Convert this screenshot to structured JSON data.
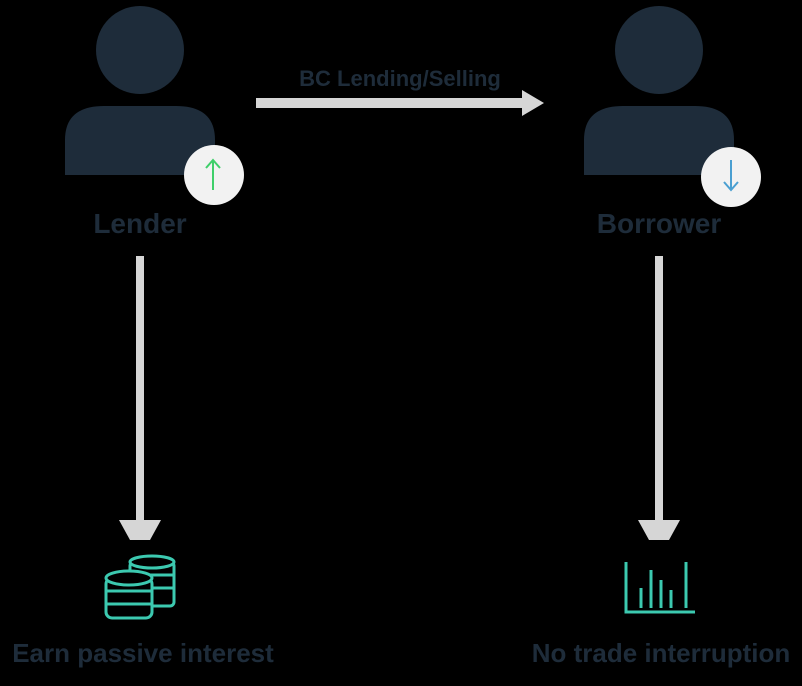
{
  "diagram": {
    "lender_label": "Lender",
    "borrower_label": "Borrower",
    "transfer_label": "BC Lending/Selling",
    "lender_outcome": "Earn passive interest",
    "borrower_outcome": "No trade interruption"
  },
  "colors": {
    "background": "#000000",
    "person": "#1e2c3a",
    "badge": "#f2f2f2",
    "arrow_up": "#3fcf6a",
    "arrow_down": "#4a9fd1",
    "flow_arrow": "#d6d6d6",
    "icon_teal": "#3cc9b0"
  },
  "icons": {
    "lender_badge": "up-arrow-icon",
    "borrower_badge": "down-arrow-icon",
    "lender_outcome_icon": "coin-stack-icon",
    "borrower_outcome_icon": "bar-chart-icon"
  }
}
